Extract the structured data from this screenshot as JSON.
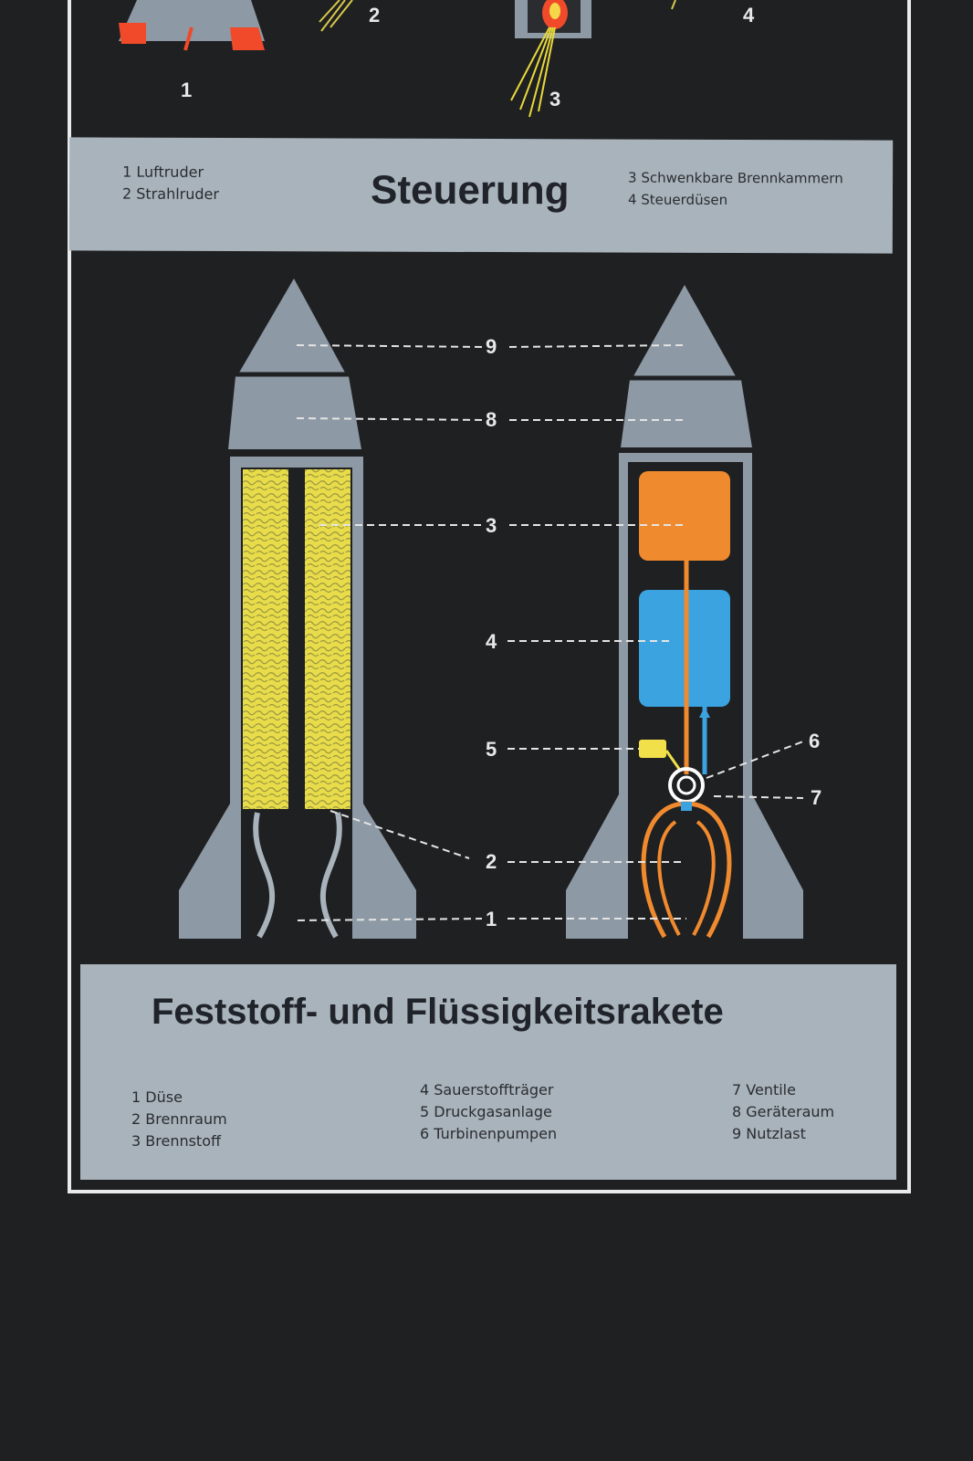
{
  "steuerung": {
    "title": "Steuerung",
    "legend_left": [
      "1 Luftruder",
      "2 Strahlruder"
    ],
    "legend_right": [
      "3 Schwenkbare Brennkammern",
      "4 Steuerdüsen"
    ],
    "top_numbers": [
      "1",
      "2",
      "3",
      "4"
    ]
  },
  "diagram": {
    "labels": [
      "9",
      "8",
      "3",
      "4",
      "5",
      "6",
      "7",
      "2",
      "1"
    ]
  },
  "rakete": {
    "title": "Feststoff- und Flüssigkeitsrakete",
    "legend_col1": [
      "1 Düse",
      "2 Brennraum",
      "3 Brennstoff"
    ],
    "legend_col2": [
      "4 Sauerstoffträger",
      "5 Druckgasanlage",
      "6 Turbinenpumpen"
    ],
    "legend_col3": [
      "7 Ventile",
      "8 Geräteraum",
      "9 Nutzlast"
    ]
  },
  "colors": {
    "board": "#1f2022",
    "banner": "#a9b3bb",
    "rocket_grey": "#8d99a4",
    "solid_fuel": "#e8dc4a",
    "fuel_tank": "#f08a2e",
    "oxidizer_tank": "#3aa3e0",
    "pressure_gas": "#f1e04a"
  }
}
